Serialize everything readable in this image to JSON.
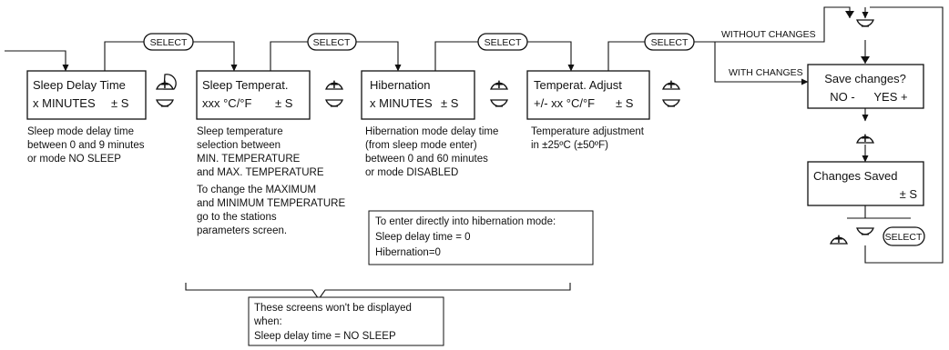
{
  "screens": {
    "sleep_delay": {
      "title": "Sleep Delay Time",
      "value": "x MINUTES",
      "suffix": "± S",
      "description": [
        "Sleep mode delay time",
        "between 0 and 9 minutes",
        "or mode NO SLEEP"
      ]
    },
    "sleep_temp": {
      "title": "Sleep Temperat.",
      "value": "xxx °C/°F",
      "suffix": "± S",
      "description": [
        "Sleep temperature",
        "selection between",
        "MIN. TEMPERATURE",
        "and MAX. TEMPERATURE"
      ],
      "note": [
        "To change the MAXIMUM",
        "and MINIMUM TEMPERATURE",
        "go to the stations",
        "parameters screen."
      ]
    },
    "hibernation": {
      "title": "Hibernation",
      "value": "x MINUTES",
      "suffix": "± S",
      "description": [
        "Hibernation mode delay time",
        "(from sleep mode enter)",
        "between 0 and 60 minutes",
        "or mode DISABLED"
      ]
    },
    "temp_adjust": {
      "title": "Temperat. Adjust",
      "value": "+/- xx °C/°F",
      "suffix": "± S",
      "description": [
        "Temperature adjustment",
        "in ±25ºC (±50ºF)"
      ]
    },
    "save_changes": {
      "title": "Save changes?",
      "no": "NO -",
      "yes": "YES +"
    },
    "changes_saved": {
      "title": "Changes Saved",
      "suffix": "± S"
    }
  },
  "buttons": {
    "plus": "+",
    "minus": "−",
    "select": "SELECT"
  },
  "branches": {
    "without_changes": "WITHOUT CHANGES",
    "with_changes": "WITH CHANGES"
  },
  "hibernation_box": [
    "To enter directly into hibernation mode:",
    "Sleep delay time = 0",
    "Hibernation=0"
  ],
  "not_displayed_box": [
    "These screens won't be displayed",
    "when:",
    "Sleep delay time = NO SLEEP"
  ]
}
